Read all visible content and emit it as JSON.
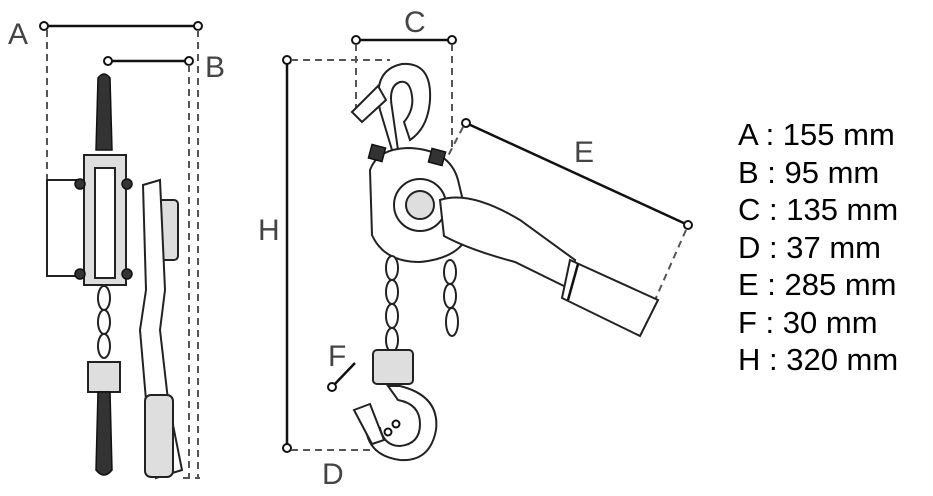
{
  "dimension_letters": {
    "a": "A",
    "b": "B",
    "c": "C",
    "d": "D",
    "e": "E",
    "f": "F",
    "h": "H"
  },
  "specs": [
    {
      "letter": "A",
      "value": "155 mm",
      "text": "A : 155 mm"
    },
    {
      "letter": "B",
      "value": "95 mm",
      "text": "B : 95 mm"
    },
    {
      "letter": "C",
      "value": "135 mm",
      "text": "C : 135 mm"
    },
    {
      "letter": "D",
      "value": "37 mm",
      "text": "D : 37 mm"
    },
    {
      "letter": "E",
      "value": "285 mm",
      "text": "E : 285 mm"
    },
    {
      "letter": "F",
      "value": "30 mm",
      "text": "F : 30 mm"
    },
    {
      "letter": "H",
      "value": "320 mm",
      "text": "H : 320 mm"
    }
  ]
}
